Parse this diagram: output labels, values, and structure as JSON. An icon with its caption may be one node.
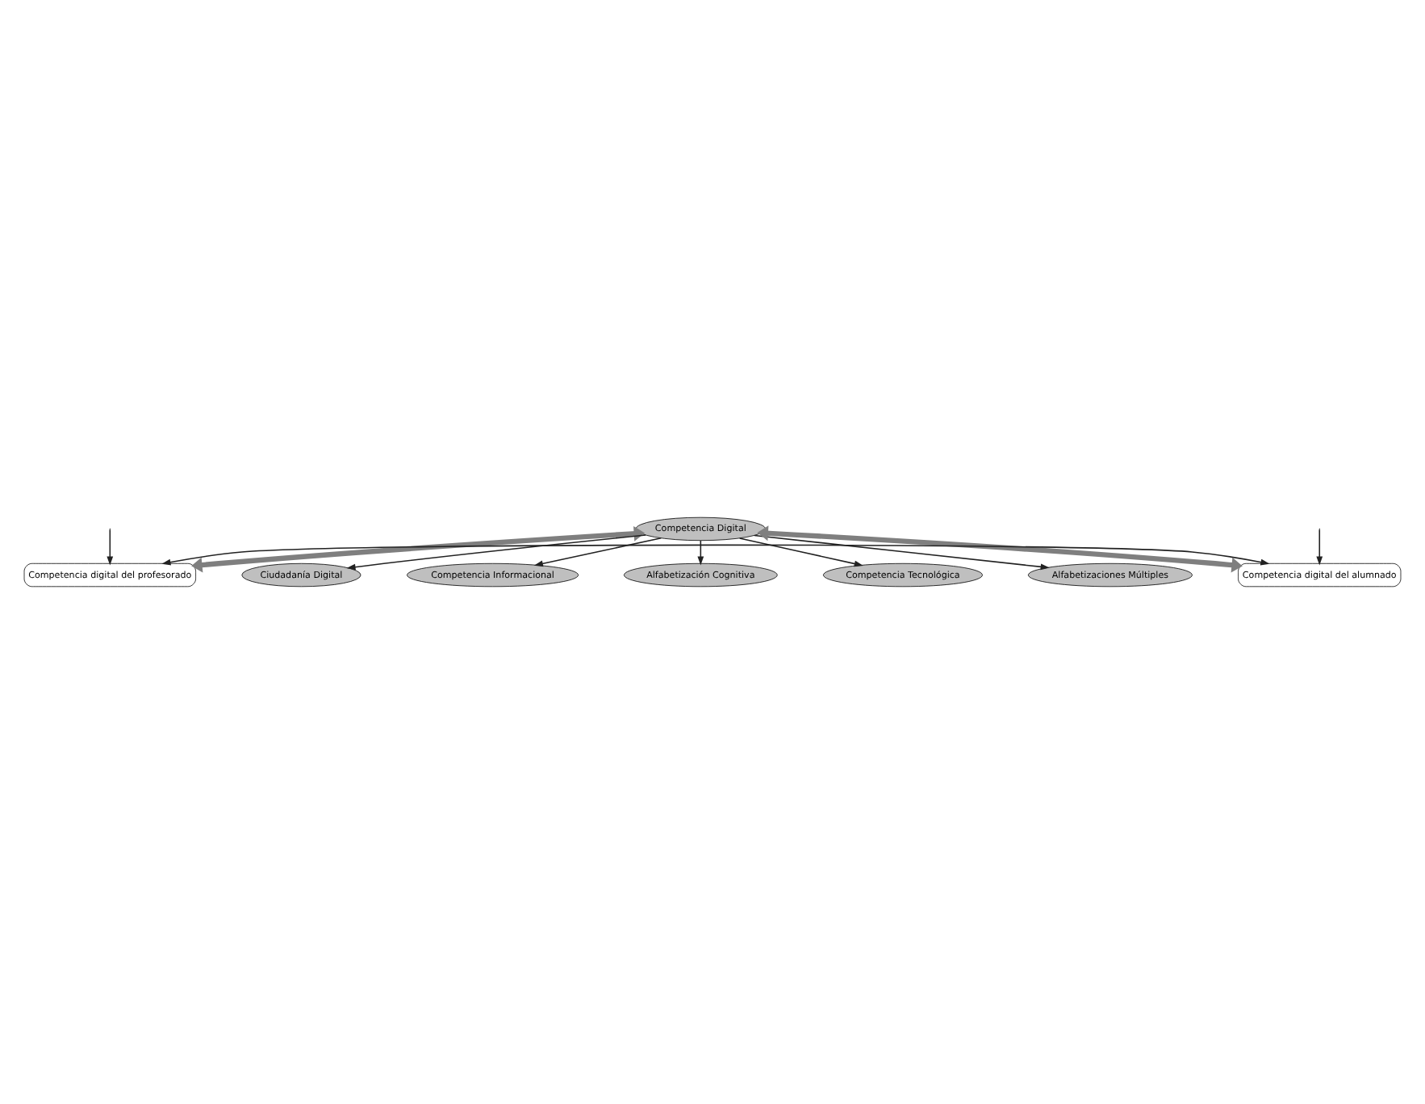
{
  "diagram": {
    "nodes": [
      {
        "text": [
          "Competencia digital del profesorado"
        ]
      },
      {
        "text": [
          "Ciudadanía Digital"
        ]
      },
      {
        "text": [
          "Competencia Informacional"
        ]
      },
      {
        "text": [
          "Competencia Digital"
        ]
      },
      {
        "text": [
          "Alfabetización Cognitiva"
        ]
      },
      {
        "text": [
          "Competencia Tecnológica"
        ]
      },
      {
        "text": [
          "Alfabetizaciones Múltiples"
        ]
      },
      {
        "text": [
          "Competencia digital del alumnado"
        ]
      }
    ],
    "edges": [
      {
        "from": 3,
        "to": 0,
        "arrow": "both",
        "style": "thick",
        "color": "#7f7f7f"
      },
      {
        "from": 3,
        "to": 1,
        "arrow": "to"
      },
      {
        "from": 3,
        "to": 2,
        "arrow": "to"
      },
      {
        "from": 3,
        "to": 4,
        "arrow": "to"
      },
      {
        "from": 3,
        "to": 5,
        "arrow": "to"
      },
      {
        "from": 3,
        "to": 6,
        "arrow": "to"
      },
      {
        "from": 3,
        "to": 7,
        "arrow": "both",
        "style": "thick",
        "color": "#7f7f7f"
      },
      {
        "from": 7,
        "to": 0,
        "arrow": "both"
      },
      {
        "from": null,
        "to": 0,
        "arrow": "to"
      },
      {
        "from": null,
        "to": 7,
        "arrow": "to"
      }
    ]
  }
}
